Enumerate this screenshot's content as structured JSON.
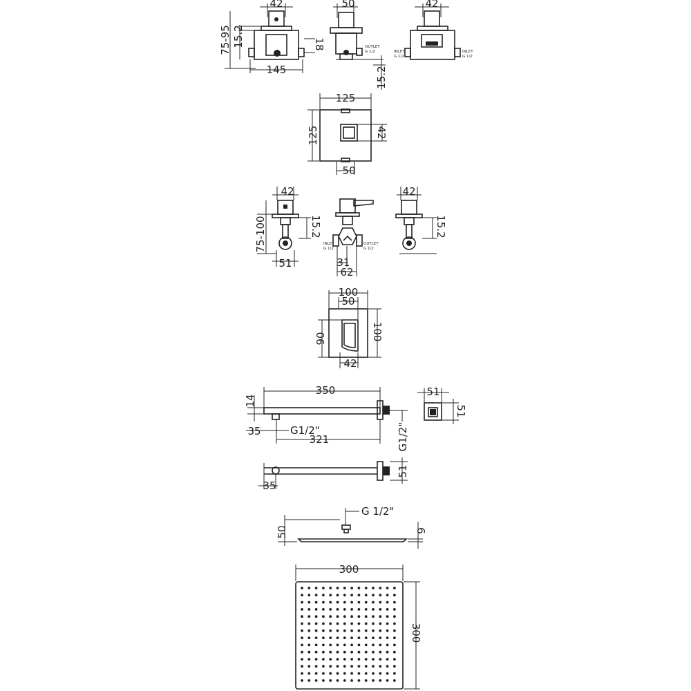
{
  "valves_top": {
    "v1": {
      "d42": "42",
      "d75_95": "75-95",
      "d15_2": "15.2",
      "d18": "18",
      "d145": "145"
    },
    "v2": {
      "d50": "50",
      "outlet": "OUTLET",
      "outlet_size": "G 1/2",
      "d15_2": "15.2"
    },
    "v3": {
      "d42": "42",
      "inlet_left": "INLET",
      "inlet_left_size": "G 1/2",
      "inlet_right": "INLET",
      "inlet_right_size": "G 1/2"
    }
  },
  "trim_plate": {
    "d125_top": "125",
    "d125_side": "125",
    "d42": "42",
    "d50": "50"
  },
  "stop_valves": {
    "v1": {
      "d42": "42",
      "d75_100": "75-100",
      "d15_2": "15.2",
      "d51": "51"
    },
    "v2": {
      "inlet": "INLET",
      "inlet_size": "G 1/2",
      "outlet": "OUTLET",
      "outlet_size": "G 1/2",
      "d31": "31",
      "d62": "62"
    },
    "v3": {
      "d42": "42",
      "d15_2": "15.2"
    }
  },
  "handle_plate": {
    "d100_top": "100",
    "d50": "50",
    "d90": "90",
    "d100_side": "100",
    "d42": "42"
  },
  "shower_arm": {
    "d350": "350",
    "d14": "14",
    "d35": "35",
    "thread": "G1/2\"",
    "d321": "321",
    "thread_vertical": "G1/2\"",
    "d51_side": "51",
    "d35_bottom": "35"
  },
  "wall_flange": {
    "d51_top": "51",
    "d51_side": "51"
  },
  "shower_head_side": {
    "thread": "G 1/2\"",
    "d50": "50",
    "d6": "6"
  },
  "shower_head_top": {
    "d300_top": "300",
    "d300_side": "300"
  }
}
